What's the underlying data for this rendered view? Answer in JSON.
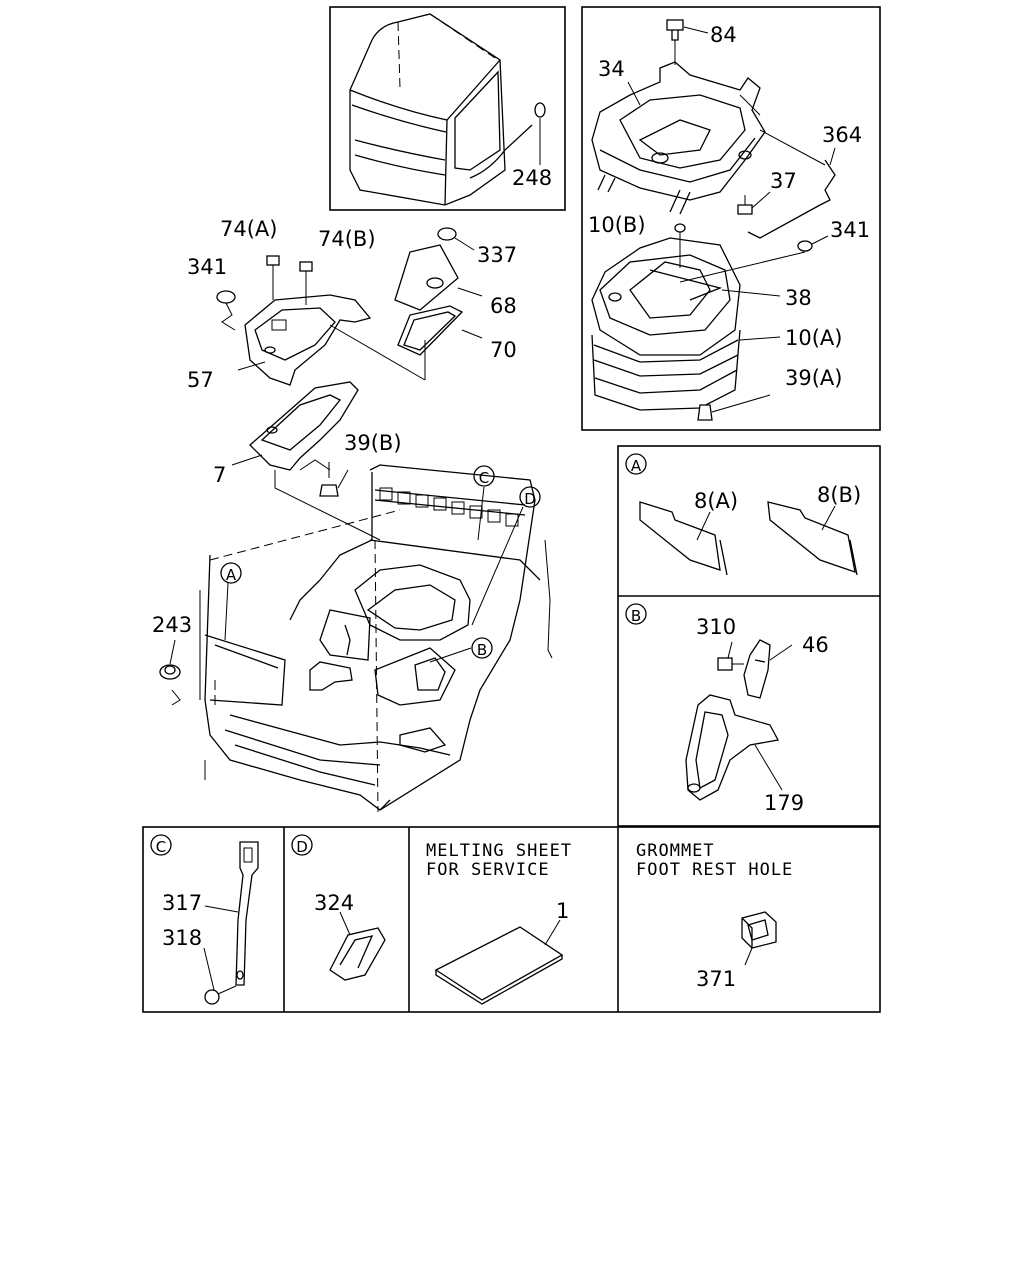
{
  "labels": {
    "l248": "248",
    "l84": "84",
    "l34": "34",
    "l364": "364",
    "l37": "37",
    "l10b": "10(B)",
    "l341r": "341",
    "l38": "38",
    "l10a": "10(A)",
    "l39a": "39(A)",
    "l74a": "74(A)",
    "l74b": "74(B)",
    "l341l": "341",
    "l337": "337",
    "l68": "68",
    "l70": "70",
    "l57": "57",
    "l7": "7",
    "l39b": "39(B)",
    "l243": "243",
    "l8a": "8(A)",
    "l8b": "8(B)",
    "l310": "310",
    "l46": "46",
    "l179": "179",
    "l317": "317",
    "l318": "318",
    "l324": "324",
    "l1": "1",
    "l371": "371"
  },
  "callouts": {
    "A": "A",
    "B": "B",
    "C": "C",
    "D": "D"
  },
  "notes": {
    "melting_line1": "MELTING SHEET",
    "melting_line2": "FOR SERVICE",
    "grommet_line1": "GROMMET",
    "grommet_line2": "FOOT REST HOLE"
  }
}
